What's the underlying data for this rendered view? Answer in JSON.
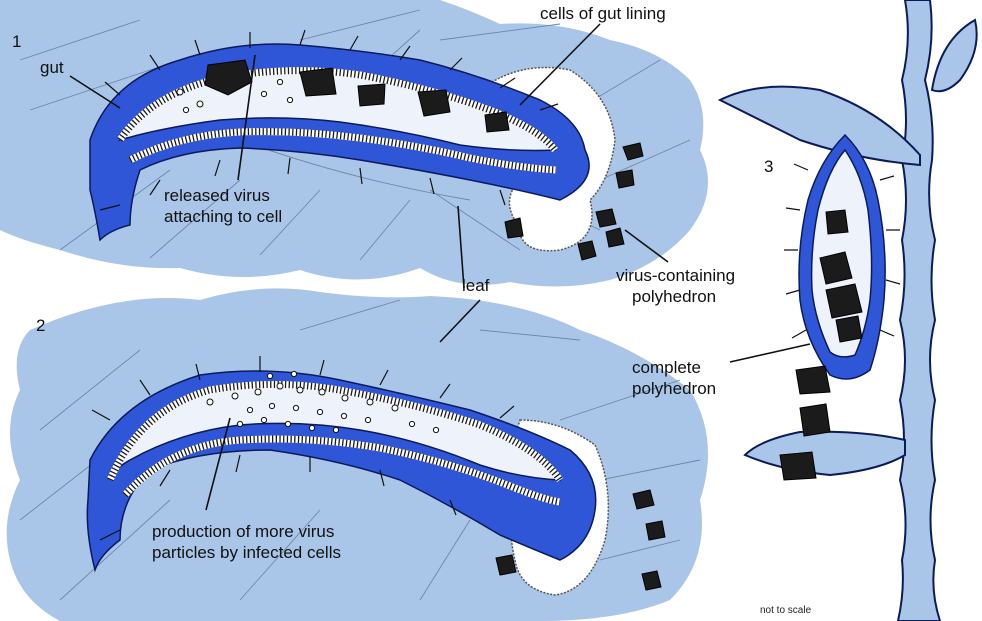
{
  "labels": {
    "gut": "gut",
    "cells_of_gut_lining": "cells of gut lining",
    "released_virus_1": "released virus",
    "released_virus_2": "attaching to cell",
    "leaf": "leaf",
    "virus_polyhedron_1": "virus-containing",
    "virus_polyhedron_2": "polyhedron",
    "production_1": "production of more virus",
    "production_2": "particles by infected cells",
    "complete_1": "complete",
    "complete_2": "polyhedron",
    "not_to_scale": "not to scale"
  },
  "panels": {
    "one": "1",
    "two": "2",
    "three": "3"
  },
  "colors": {
    "leaf": "#a9c6e8",
    "caterpillar": "#2f56d6",
    "gut": "#eef3fb",
    "outline": "#0b1a5a"
  }
}
